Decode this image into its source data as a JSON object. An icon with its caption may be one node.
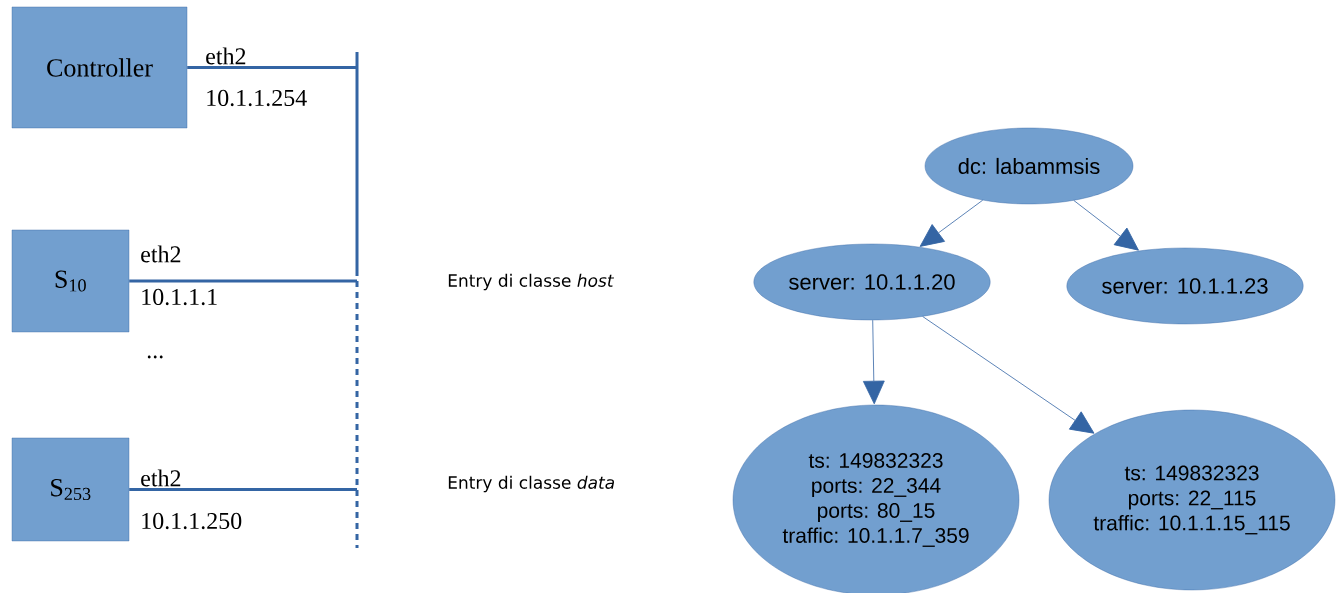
{
  "diagram": {
    "nodes": [
      {
        "text": [
          "Controller"
        ]
      },
      {
        "text": [
          "S$_{10}$"
        ]
      },
      {
        "text": [
          "S$_{253}$"
        ]
      },
      {
        "text": [],
        "shape": "bar"
      },
      {
        "text": [
          "dc: labammsis"
        ]
      },
      {
        "text": [
          "server: 10.1.1.20"
        ]
      },
      {
        "text": [
          "server: 10.1.1.23"
        ]
      },
      {
        "text": [
          "ts: 149832323",
          "ports: 22_344",
          "ports: 80_15",
          "traffic: 10.1.1.7_359"
        ]
      },
      {
        "text": [
          "ts: 149832323",
          "ports: 22_115",
          "traffic: 10.1.1.15_115"
        ]
      }
    ],
    "edges": [
      {
        "from": 0,
        "to": 3,
        "arrow": "none",
        "style": "thick"
      },
      {
        "from": 1,
        "to": 3,
        "arrow": "none",
        "style": "thick"
      },
      {
        "from": 2,
        "to": 3,
        "arrow": "none",
        "style": "thick"
      },
      {
        "from": 4,
        "to": 5,
        "arrow": "to"
      },
      {
        "from": 4,
        "to": 6,
        "arrow": "to"
      },
      {
        "from": 5,
        "to": 7,
        "arrow": "to"
      },
      {
        "from": 5,
        "to": 8,
        "arrow": "to"
      }
    ],
    "labels": [
      "eth2",
      "10.1.1.254",
      "eth2",
      "10.1.1.1",
      "...",
      "eth2",
      "10.1.1.250",
      "Entry di classe *host*",
      "Entry di classe *data*"
    ]
  }
}
